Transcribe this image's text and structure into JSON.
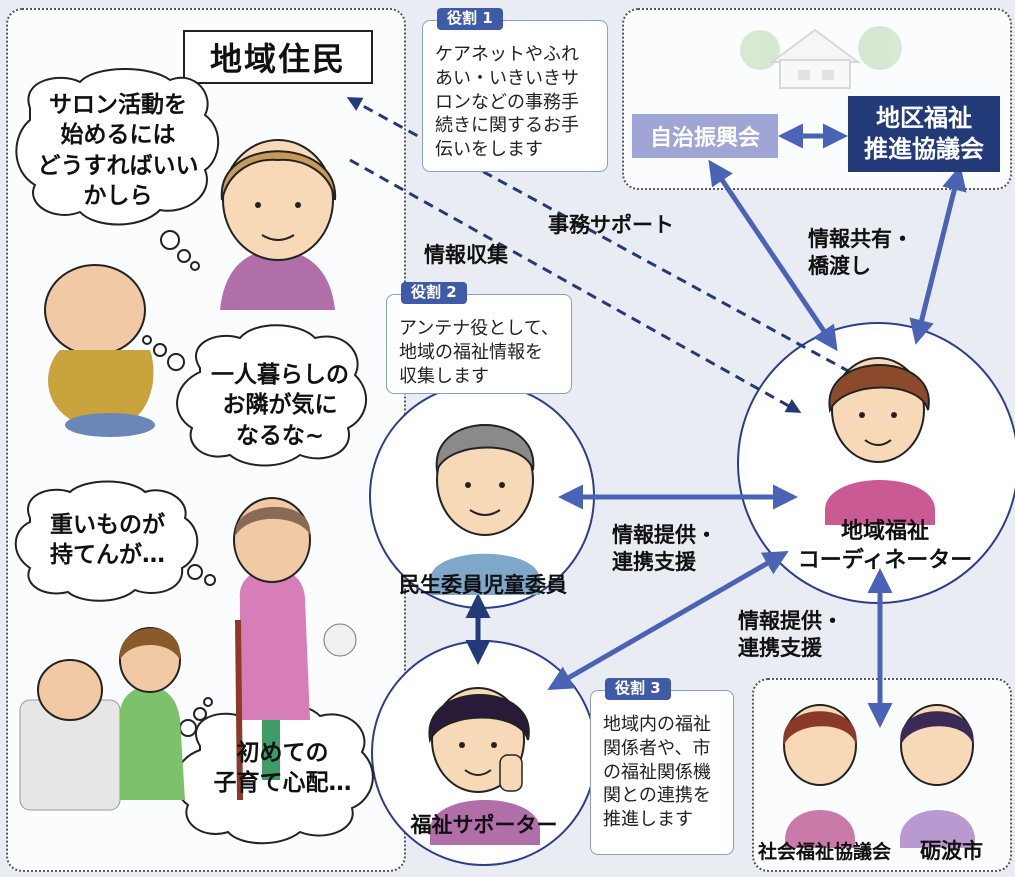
{
  "residents": {
    "title": "地域住民",
    "bubbles": [
      [
        "サロン活動を",
        "始めるには",
        "どうすればいい",
        "かしら"
      ],
      [
        "一人暮らしの",
        "お隣が気に",
        "なるな~"
      ],
      [
        "重いものが",
        "持てんが…"
      ],
      [
        "初めての",
        "子育て心配…"
      ]
    ]
  },
  "roles": [
    {
      "tag": "役割 1",
      "lines": [
        "ケアネットやふれ",
        "あい・いきいきサ",
        "ロンなどの事務手",
        "続きに関するお手",
        "伝いをします"
      ]
    },
    {
      "tag": "役割 2",
      "lines": [
        "アンテナ役として、",
        "地域の福祉情報を",
        "収集します"
      ]
    },
    {
      "tag": "役割 3",
      "lines": [
        "地域内の福祉",
        "関係者や、市",
        "の福祉関係機",
        "関との連携を",
        "推進します"
      ]
    }
  ],
  "orgs": {
    "jichi": "自治振興会",
    "chiku": [
      "地区福祉",
      "推進協議会"
    ],
    "shakyo": "社会福祉協議会",
    "city": "砺波市"
  },
  "nodes": {
    "coordinator": [
      "地域福祉",
      "コーディネーター"
    ],
    "minsei": "民生委員児童委員",
    "supporter": "福祉サポーター"
  },
  "edge_labels": {
    "jimu": "事務サポート",
    "joho_shushu": "情報収集",
    "kyoyu": [
      "情報共有・",
      "橋渡し"
    ],
    "teikyo1": [
      "情報提供・",
      "連携支援"
    ],
    "teikyo2": [
      "情報提供・",
      "連携支援"
    ]
  },
  "colors": {
    "arrow": "#4a63b5",
    "dark_org": "#233a78",
    "light_org": "#9fa6d6",
    "tag": "#3f5ba8"
  }
}
